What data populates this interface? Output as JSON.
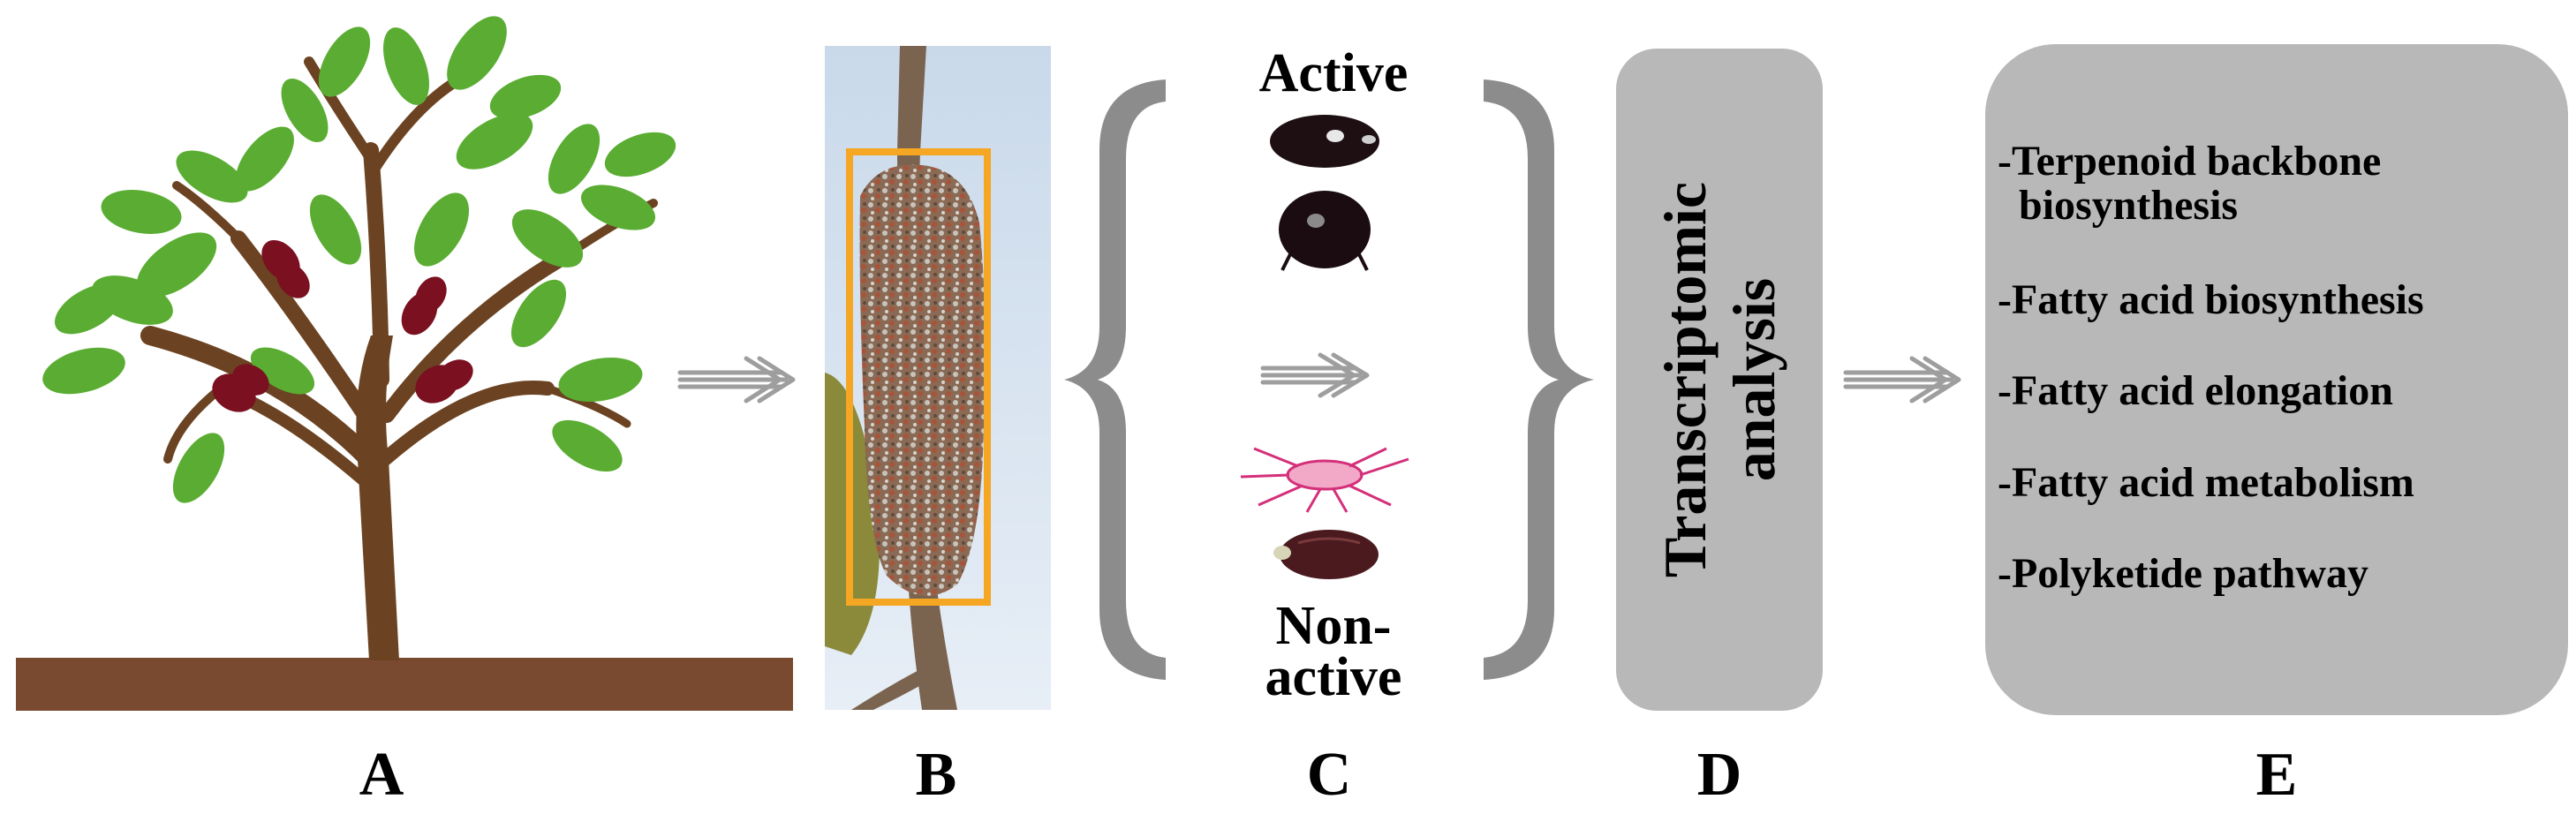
{
  "panels": {
    "a": "A",
    "b": "B",
    "c": "C",
    "d": "D",
    "e": "E"
  },
  "states": {
    "active": "Active",
    "non_active": "Non-\nactive"
  },
  "analysis": {
    "line1": "Transcriptomic",
    "line2": "analysis"
  },
  "pathways": [
    "-Terpenoid backbone\n  biosynthesis",
    "-Fatty acid biosynthesis",
    "-Fatty acid elongation",
    "-Fatty acid metabolism",
    "-Polyketide pathway"
  ],
  "colors": {
    "leaf": "#5aad32",
    "leaf_dark": "#3e8a22",
    "trunk": "#6b4322",
    "ground": "#7a4a30",
    "insect": "#7a1020",
    "brace": "#8c8c8c",
    "arrow": "#9e9e9e",
    "box": "#b8b8b8",
    "highlight": "#f5a623"
  }
}
